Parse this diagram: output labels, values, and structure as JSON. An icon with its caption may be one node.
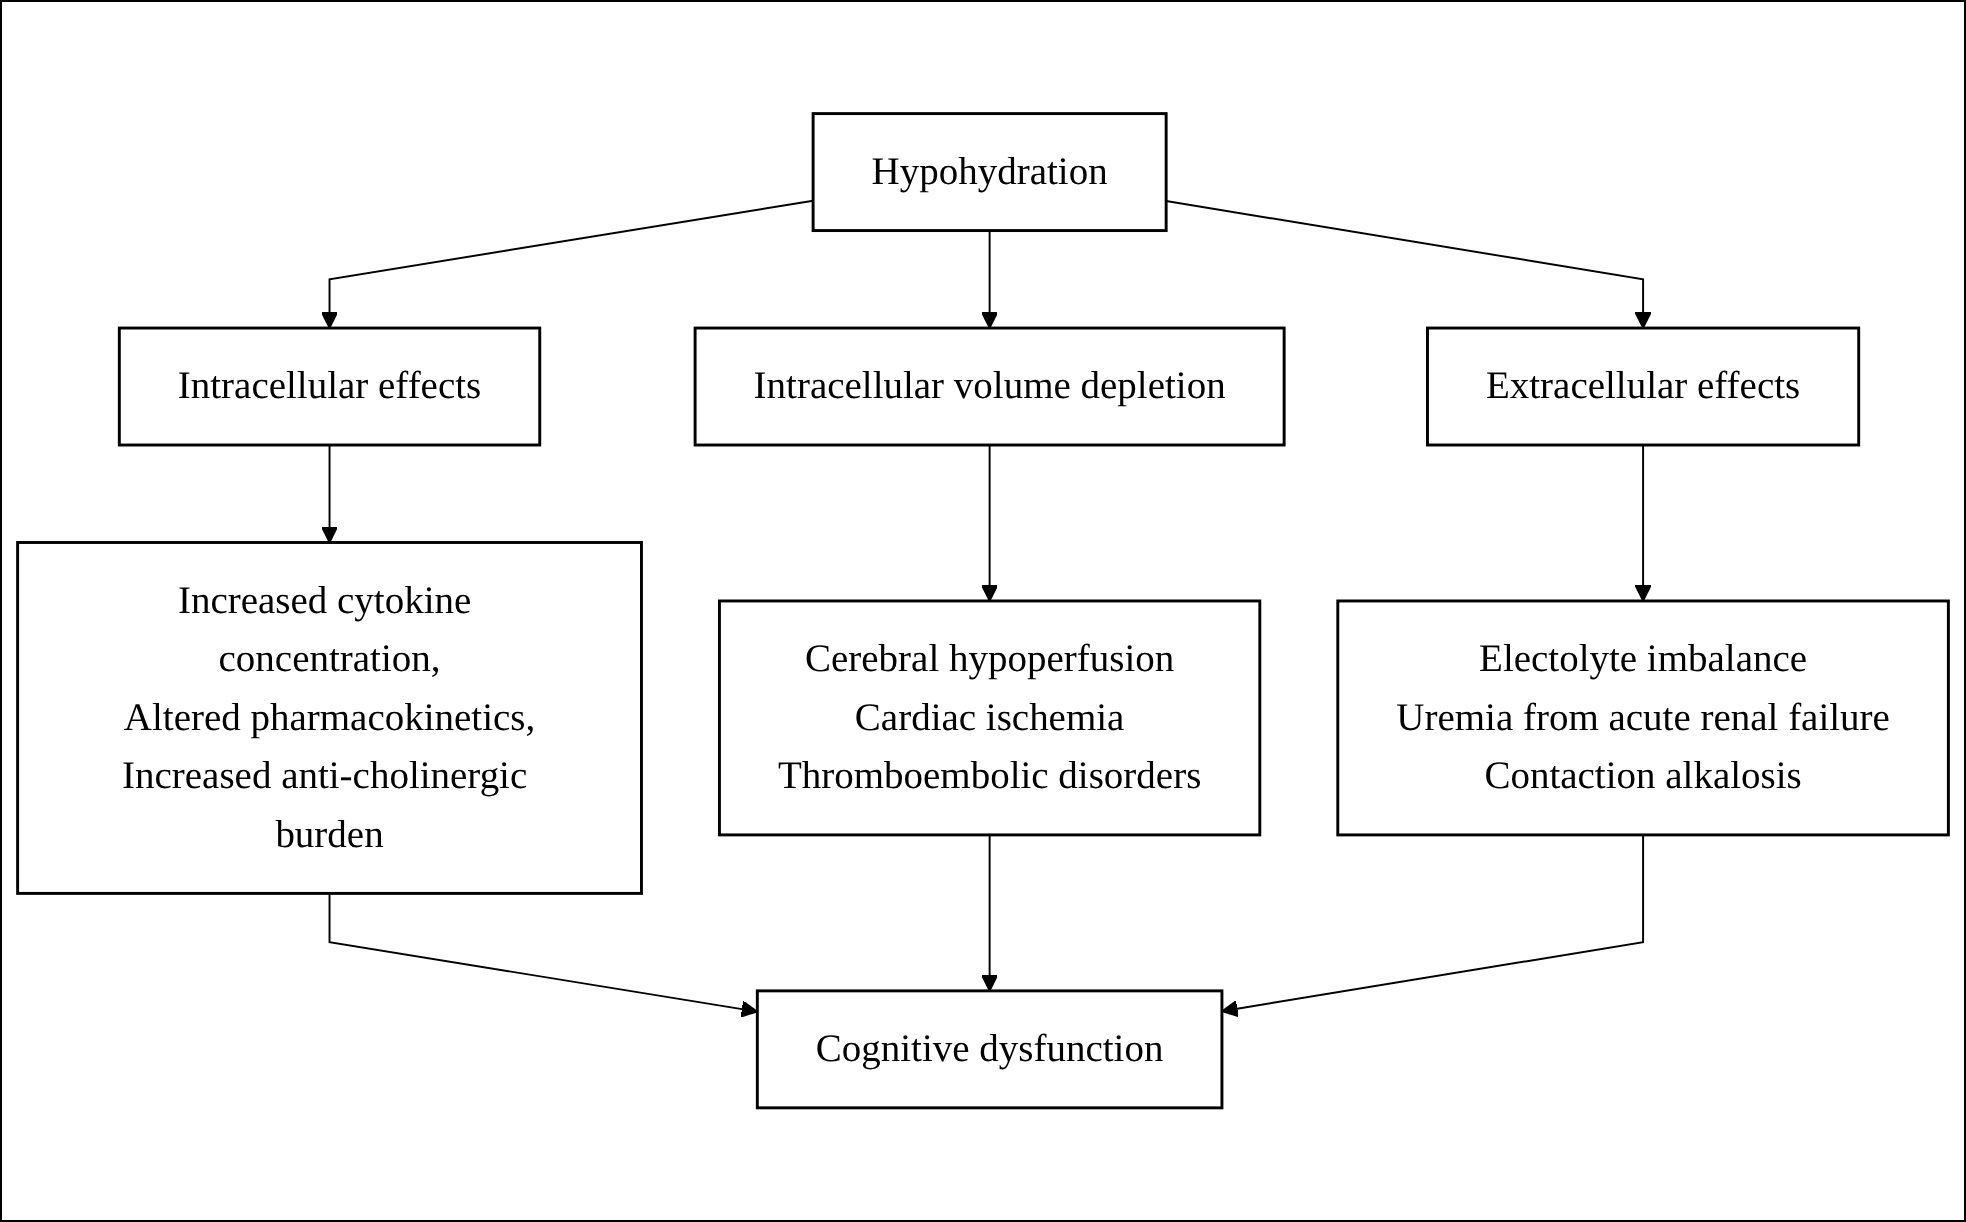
{
  "diagram": {
    "nodes": [
      {
        "text": [
          "Hypohydration"
        ]
      },
      {
        "text": [
          "Intracellular effects"
        ]
      },
      {
        "text": [
          "Intracellular volume depletion"
        ]
      },
      {
        "text": [
          "Extracellular effects"
        ]
      },
      {
        "text": [
          "Increased cytokine concentration,",
          "Altered pharmacokinetics,",
          "Increased anti-cholinergic burden"
        ]
      },
      {
        "text": [
          "Cerebral hypoperfusion",
          "Cardiac ischemia",
          "Thromboembolic disorders"
        ]
      },
      {
        "text": [
          "Electolyte imbalance",
          "Uremia from acute renal failure",
          "Contaction alkalosis"
        ]
      },
      {
        "text": [
          "Cognitive dysfunction"
        ]
      }
    ],
    "edges": [
      {
        "from": 0,
        "to": 1,
        "arrow": "to"
      },
      {
        "from": 0,
        "to": 2,
        "arrow": "to"
      },
      {
        "from": 0,
        "to": 3,
        "arrow": "to"
      },
      {
        "from": 1,
        "to": 4,
        "arrow": "to"
      },
      {
        "from": 2,
        "to": 5,
        "arrow": "to"
      },
      {
        "from": 3,
        "to": 6,
        "arrow": "to"
      },
      {
        "from": 4,
        "to": 7,
        "arrow": "to"
      },
      {
        "from": 5,
        "to": 7,
        "arrow": "to"
      },
      {
        "from": 6,
        "to": 7,
        "arrow": "to"
      }
    ]
  }
}
